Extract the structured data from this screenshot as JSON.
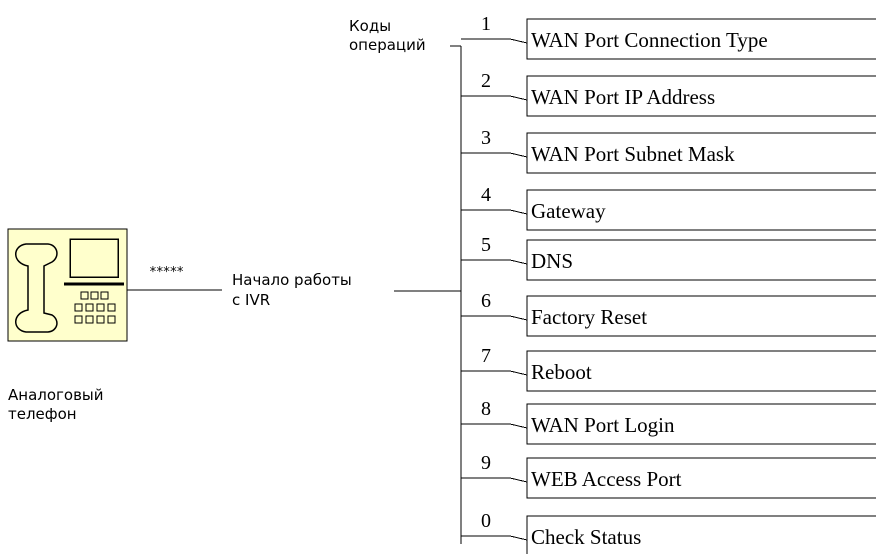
{
  "header": {
    "codes_label_line1": "Коды",
    "codes_label_line2": "операций"
  },
  "phone": {
    "label_line1": "Аналоговый",
    "label_line2": "телефон",
    "icon": "analog-phone-icon",
    "body_color": "#ffffcc",
    "dial_sequence": "*****"
  },
  "start": {
    "label_line1": "Начало работы",
    "label_line2": "с IVR"
  },
  "operations": [
    {
      "code": "1",
      "label": "WAN Port Connection Type"
    },
    {
      "code": "2",
      "label": "WAN Port IP Address"
    },
    {
      "code": "3",
      "label": "WAN Port Subnet Mask"
    },
    {
      "code": "4",
      "label": "Gateway"
    },
    {
      "code": "5",
      "label": "DNS"
    },
    {
      "code": "6",
      "label": "Factory Reset"
    },
    {
      "code": "7",
      "label": "Reboot"
    },
    {
      "code": "8",
      "label": "WAN Port Login"
    },
    {
      "code": "9",
      "label": "WEB Access Port"
    },
    {
      "code": "0",
      "label": "Check Status"
    }
  ]
}
